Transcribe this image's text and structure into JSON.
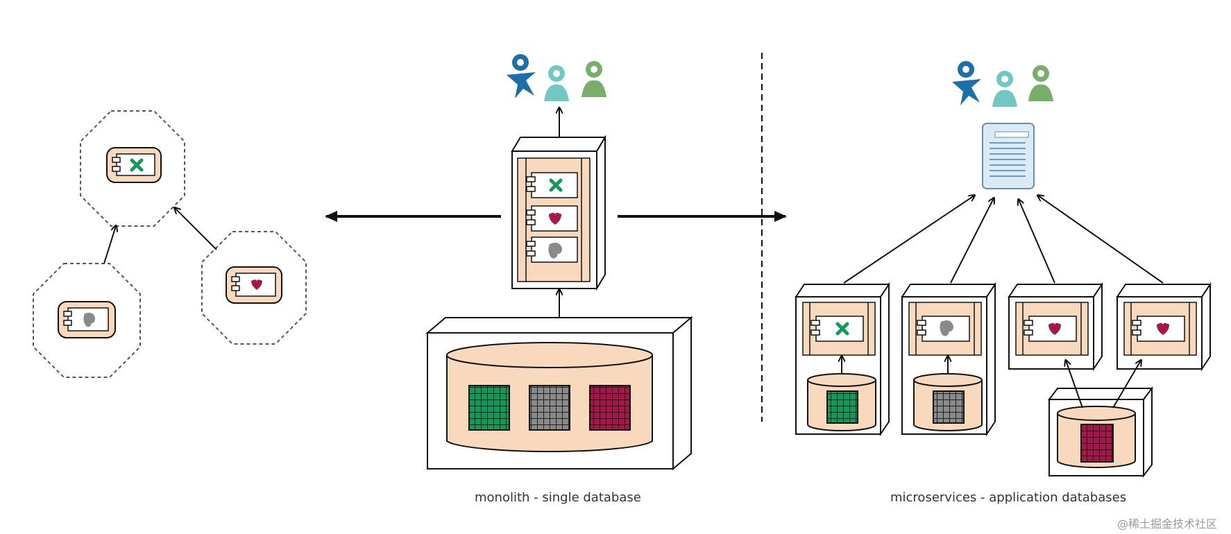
{
  "captions": {
    "monolith": "monolith - single database",
    "microservices": "microservices - application databases"
  },
  "watermark": "@稀土掘金技术社区",
  "colors": {
    "peach": "#f9d9be",
    "outline": "#111111",
    "green": "#17985a",
    "gray": "#8a8a8a",
    "crimson": "#a3184a",
    "user_blue": "#1d6fa5",
    "user_teal": "#72c7c3",
    "user_green": "#78ad6a",
    "doc_blue": "#dbeaf7"
  },
  "icons": [
    "x-mark-icon",
    "heart-icon",
    "blob-icon",
    "user-icon",
    "document-icon",
    "database-icon"
  ]
}
